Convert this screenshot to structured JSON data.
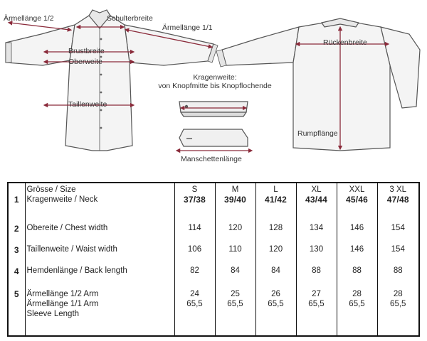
{
  "diagram": {
    "labels": {
      "sleeve_half": "Ärmellänge 1/2",
      "shoulder_width": "Schulterbreite",
      "sleeve_full": "Ärmellänge 1/1",
      "bust_width": "Brustbreite",
      "upper_width": "Oberweite",
      "waist_width": "Taillenweite",
      "back_width": "Rückenbreite",
      "collar_title": "Kragenweite:",
      "collar_subtitle": "von Knopfmitte bis Knopflochende",
      "cuff_length": "Manschettenlänge",
      "body_length": "Rumpflänge"
    },
    "colors": {
      "outline": "#555555",
      "shirt": "#f4f4f4",
      "arrow": "#8a2a3a"
    }
  },
  "table": {
    "size_header": "Grösse / Size",
    "sizes": [
      "S",
      "M",
      "L",
      "XL",
      "XXL",
      "3 XL"
    ],
    "rows": [
      {
        "num": "1",
        "label": "Kragenweite / Neck",
        "values": [
          "37/38",
          "39/40",
          "41/42",
          "43/44",
          "45/46",
          "47/48"
        ]
      },
      {
        "num": "2",
        "label": "Obereite / Chest width",
        "values": [
          "114",
          "120",
          "128",
          "134",
          "146",
          "154"
        ]
      },
      {
        "num": "3",
        "label": "Taillenweite / Waist width",
        "values": [
          "106",
          "110",
          "120",
          "130",
          "146",
          "154"
        ]
      },
      {
        "num": "4",
        "label": "Hemdenlänge / Back length",
        "values": [
          "82",
          "84",
          "84",
          "88",
          "88",
          "88"
        ]
      }
    ],
    "sleeve_row": {
      "num": "5",
      "label_half": "Ärmellänge 1/2 Arm",
      "label_full": "Ärmellänge 1/1 Arm",
      "label_en": "Sleeve Length",
      "half_values": [
        "24",
        "25",
        "26",
        "27",
        "28",
        "28"
      ],
      "full_values": [
        "65,5",
        "65,5",
        "65,5",
        "65,5",
        "65,5",
        "65,5"
      ]
    }
  }
}
